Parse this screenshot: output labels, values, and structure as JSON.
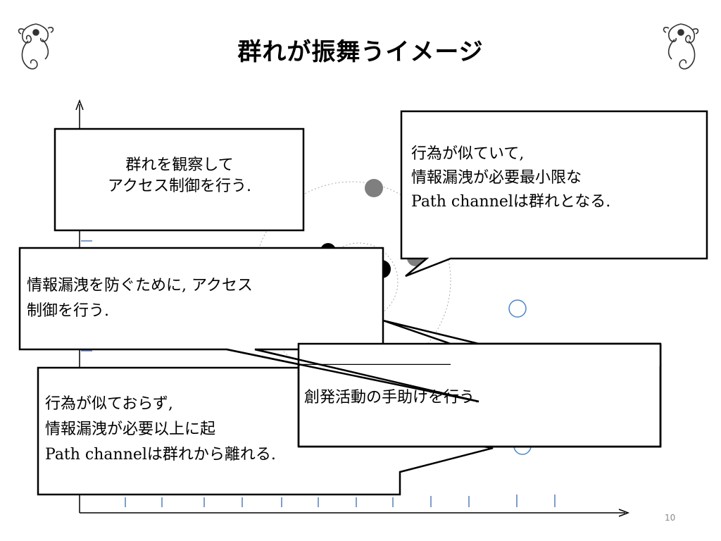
{
  "title": "群れが振舞うイメージ",
  "callouts": {
    "observe": {
      "lines": [
        "群れを観察して",
        "アクセス制御を行う."
      ]
    },
    "similar": {
      "lines": [
        "行為が似ていて,",
        "情報漏洩が必要最小限な",
        "Path channelは群れとなる."
      ]
    },
    "prevent": {
      "lines": [
        "情報漏洩を防ぐために, アクセス",
        "制御を行う."
      ]
    },
    "creative": {
      "lines": [
        "創発活動の手助けを行う."
      ]
    },
    "dissimilar": {
      "lines": [
        "行為が似ておらず,",
        "情報漏洩が必要以上に起",
        "Path channelは群れから離れる."
      ]
    }
  },
  "page_number": "10",
  "icons": {
    "ornament_left": "flourish-ornament-icon",
    "ornament_right": "flourish-ornament-icon"
  }
}
